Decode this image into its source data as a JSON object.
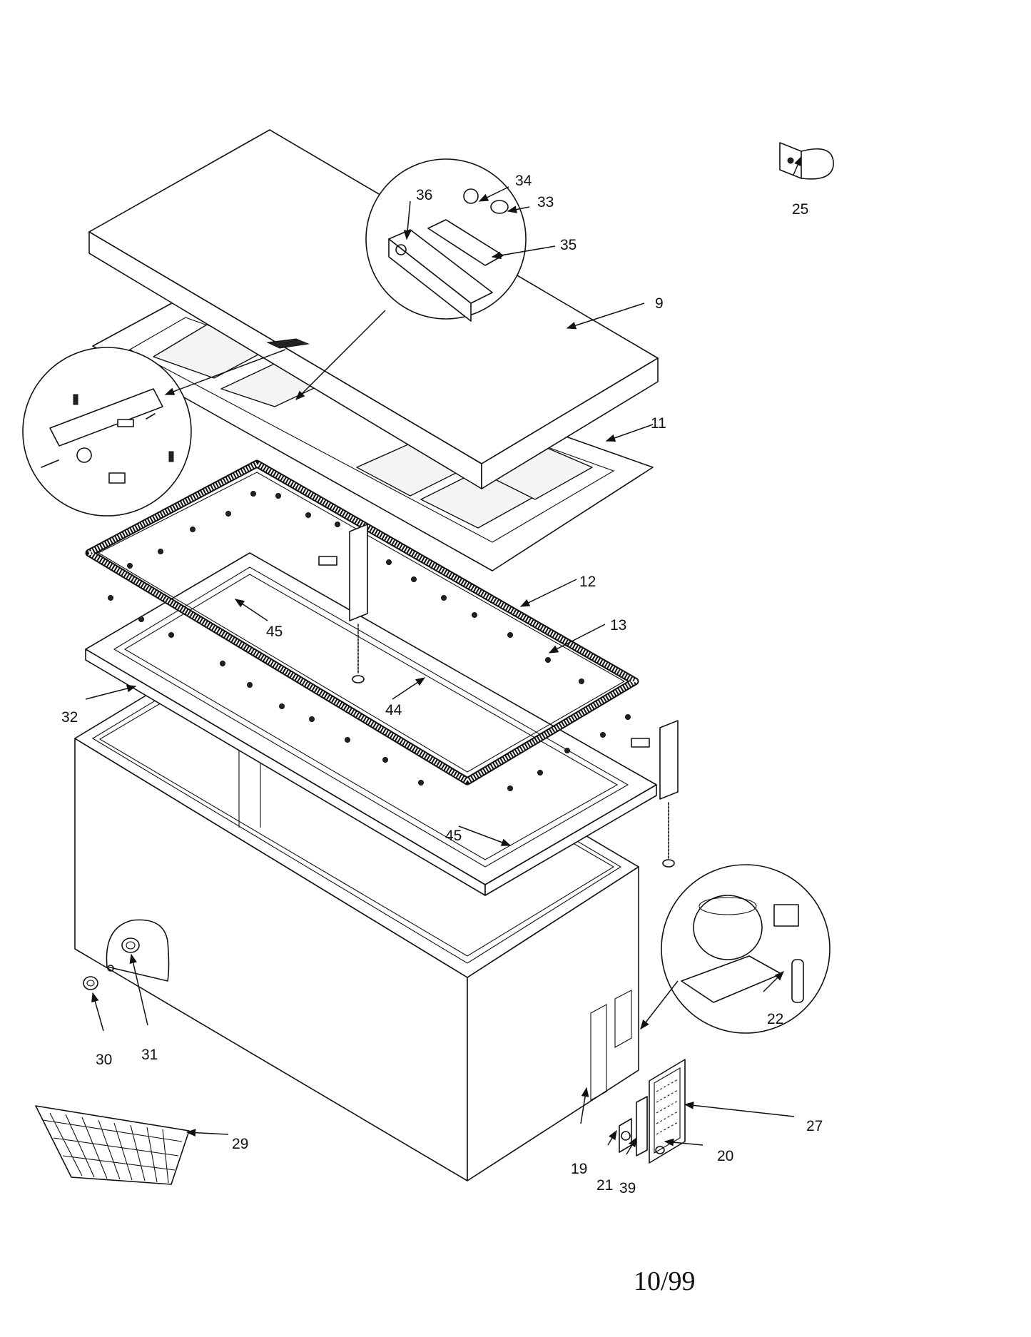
{
  "labels": {
    "p9": "9",
    "p11": "11",
    "p12": "12",
    "p13": "13",
    "p19": "19",
    "p20": "20",
    "p21": "21",
    "p22": "22",
    "p25": "25",
    "p27": "27",
    "p29": "29",
    "p30": "30",
    "p31": "31",
    "p32": "32",
    "p33": "33",
    "p34": "34",
    "p35": "35",
    "p36": "36",
    "p39": "39",
    "p44": "44",
    "p45a": "45",
    "p45b": "45"
  },
  "footer": {
    "date": "10/99"
  }
}
